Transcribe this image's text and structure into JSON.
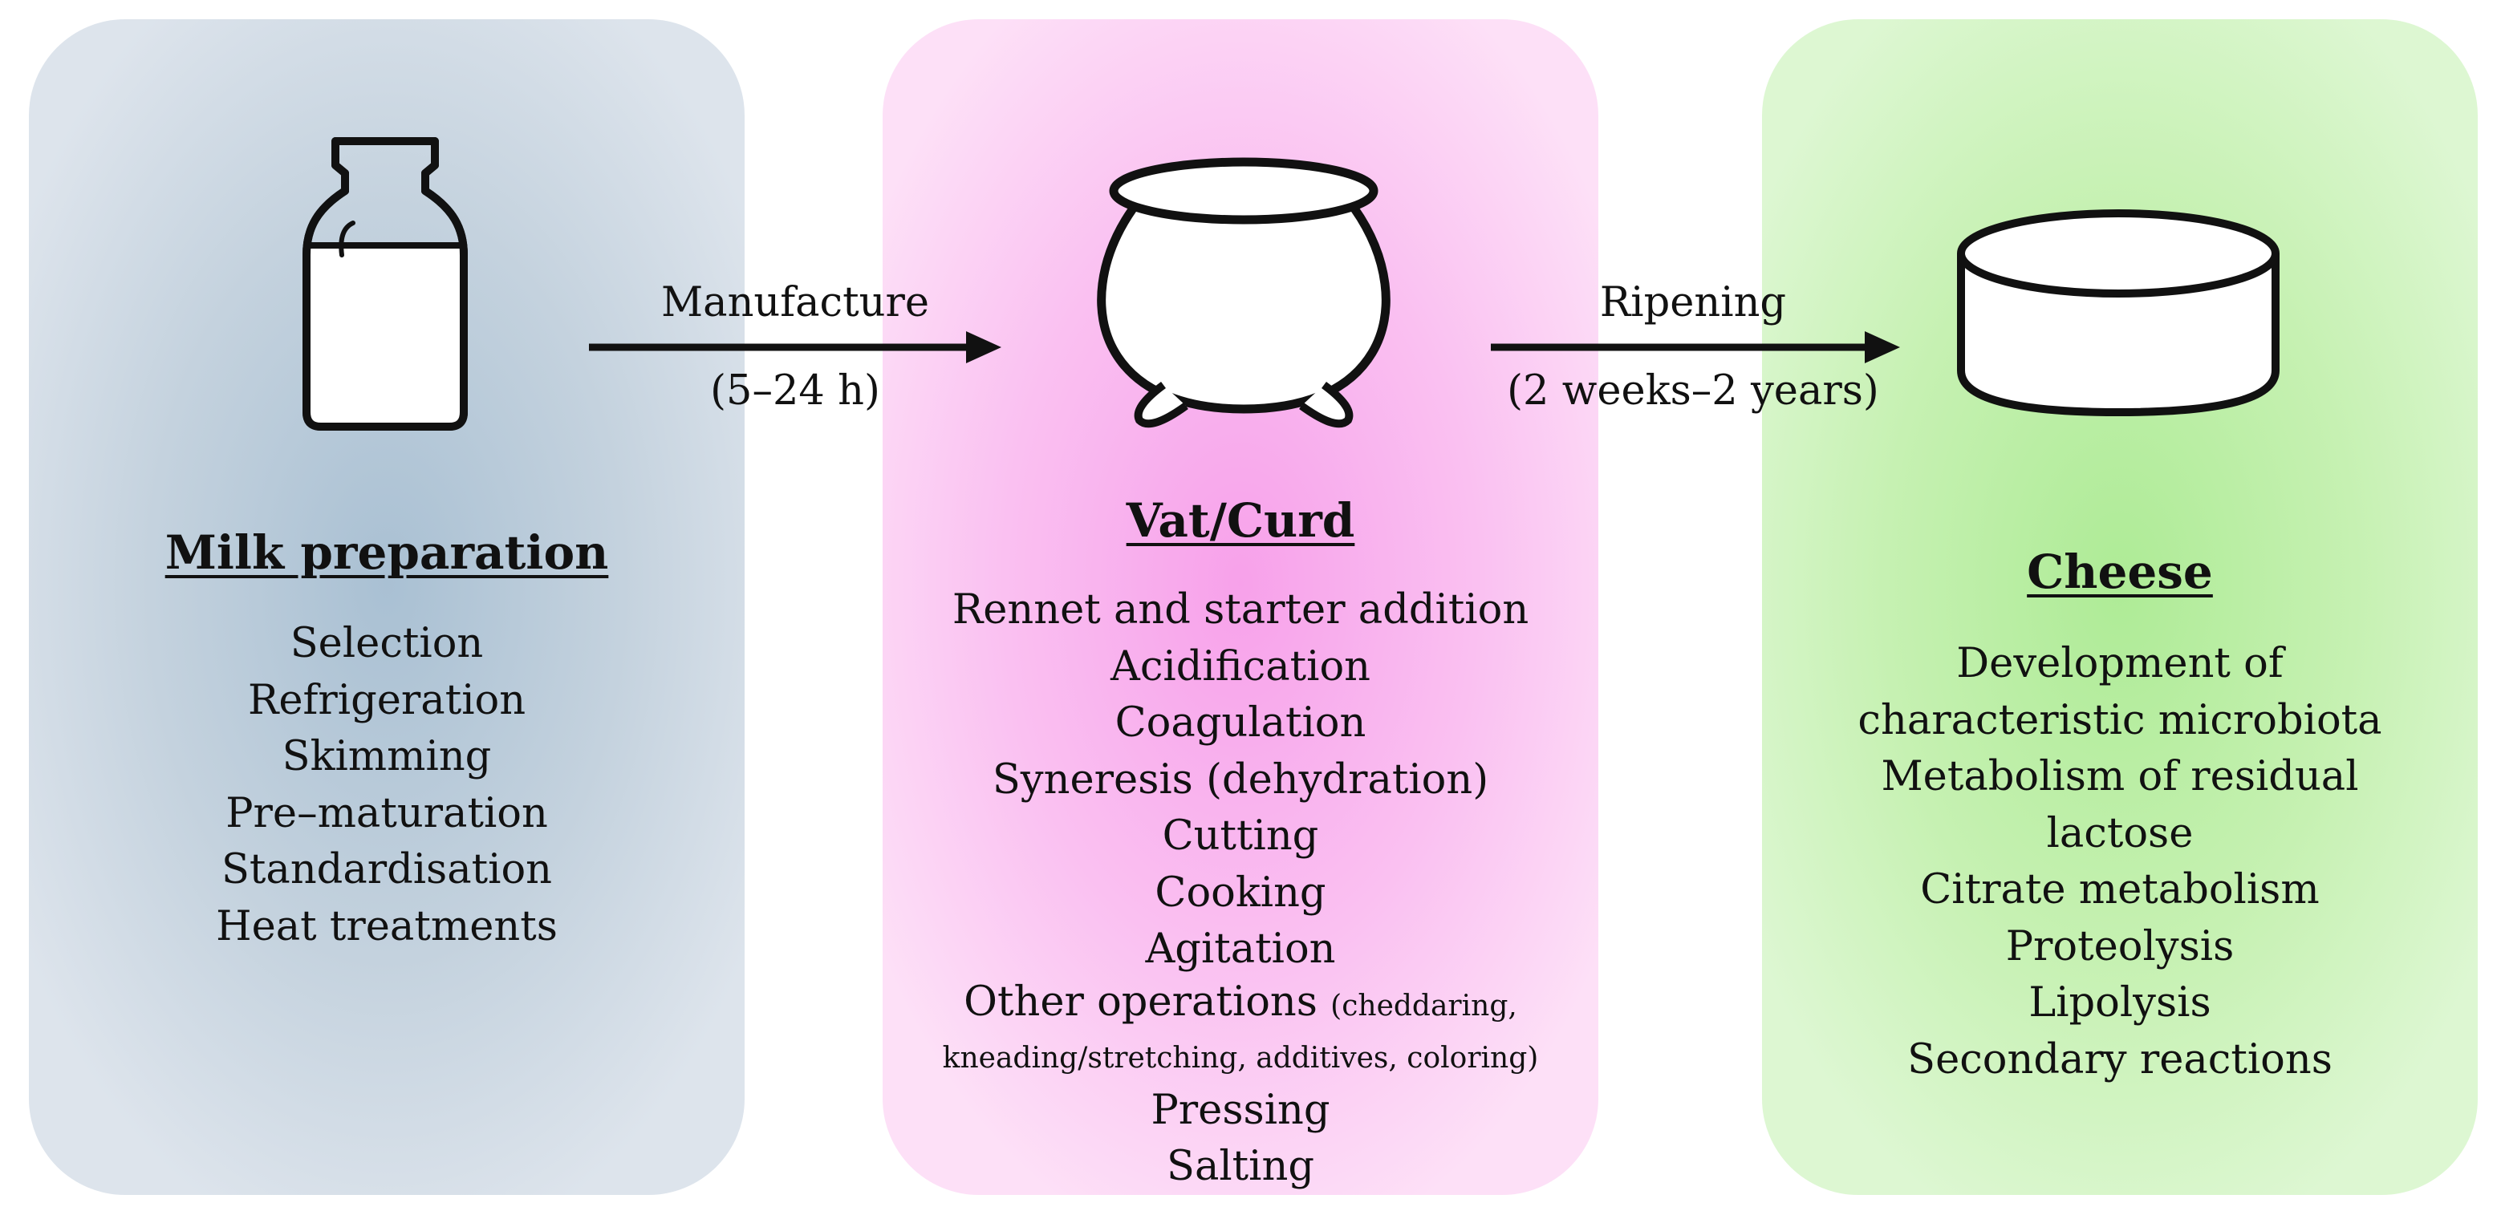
{
  "stages": [
    {
      "title": "Milk preparation",
      "icon": "milk-bottle-icon",
      "items": [
        "Selection",
        "Refrigeration",
        "Skimming",
        "Pre–maturation",
        "Standardisation",
        "Heat treatments"
      ],
      "color": "#a9c0d3"
    },
    {
      "title": "Vat/Curd",
      "icon": "cauldron-icon",
      "items": [
        "Rennet and starter addition",
        "Acidification",
        "Coagulation",
        "Syneresis (dehydration)",
        "Cutting",
        "Cooking",
        "Agitation"
      ],
      "other": {
        "label": "Other operations",
        "note_line1": "(cheddaring,",
        "note_line2": "kneading/stretching, additives, coloring)"
      },
      "items_after": [
        "Pressing",
        "Salting"
      ],
      "color": "#f7a1ea"
    },
    {
      "title": "Cheese",
      "icon": "cheese-wheel-icon",
      "items": [
        "Development of",
        "characteristic microbiota",
        "Metabolism of residual",
        "lactose",
        "Citrate metabolism",
        "Proteolysis",
        "Lipolysis",
        "Secondary reactions"
      ],
      "color": "#aeeb96"
    }
  ],
  "transitions": [
    {
      "label": "Manufacture",
      "duration": "(5–24 h)"
    },
    {
      "label": "Ripening",
      "duration": "(2 weeks–2 years)"
    }
  ]
}
